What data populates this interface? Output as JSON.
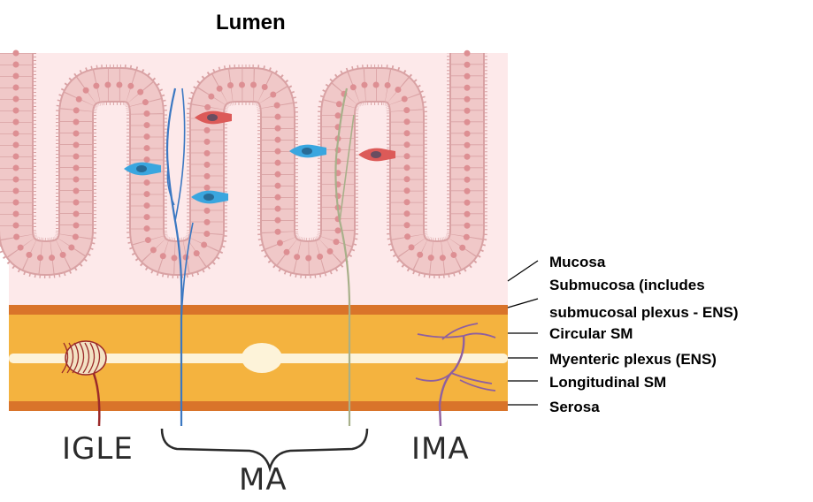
{
  "title": "Lumen",
  "layers": [
    {
      "id": "mucosa",
      "label": "Mucosa"
    },
    {
      "id": "submucosa",
      "label": "Submucosa (includes",
      "label2": "submucosal plexus - ENS)"
    },
    {
      "id": "circular",
      "label": "Circular SM"
    },
    {
      "id": "myenteric",
      "label": "Myenteric plexus (ENS)"
    },
    {
      "id": "longitudinal",
      "label": "Longitudinal SM"
    },
    {
      "id": "serosa",
      "label": "Serosa"
    }
  ],
  "afferents": {
    "igle": "IGLE",
    "ma": "MA",
    "ima": "IMA"
  },
  "colors": {
    "mucosa_bg": "#fde9ea",
    "epithelium": "#f0c8c8",
    "cell_border": "#d9a2a4",
    "nucleus": "#dd8f93",
    "muscle": "#f4b33f",
    "muscle_edge": "#d9742a",
    "plexus_band": "#fdf3d9",
    "vagal_blue": "#3b78c2",
    "vagal_green": "#a8b08a",
    "ee_red": "#dc5a58",
    "ee_blue": "#3aa6df",
    "ima_purple": "#8e5fa0",
    "igle_red": "#9b2a2a"
  }
}
